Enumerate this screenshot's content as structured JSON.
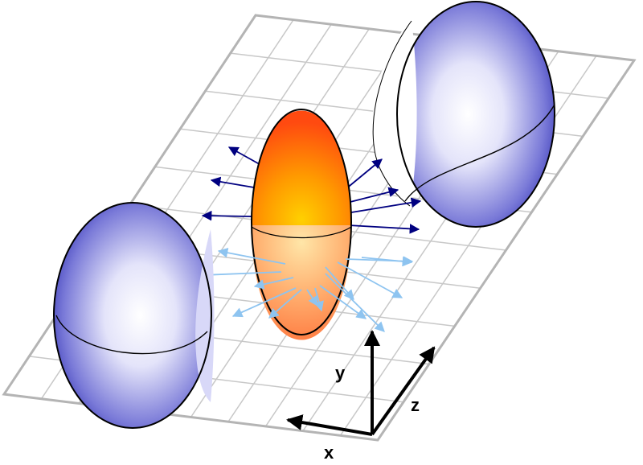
{
  "axes": {
    "x_label": "x",
    "y_label": "y",
    "z_label": "z"
  },
  "colors": {
    "grid_line": "#c8c8c8",
    "grid_border": "#b4b4b4",
    "nucleus_top_edge": "#ff5a10",
    "nucleus_top_center": "#ffc000",
    "nucleus_bottom_edge": "#ff7a40",
    "nucleus_bottom_center": "#ffe09a",
    "sphere_dark": "#2a2ab0",
    "sphere_light": "#ffffff",
    "arrow_dark": "#000080",
    "arrow_light": "#8ec4f0",
    "axis_black": "#000000"
  }
}
